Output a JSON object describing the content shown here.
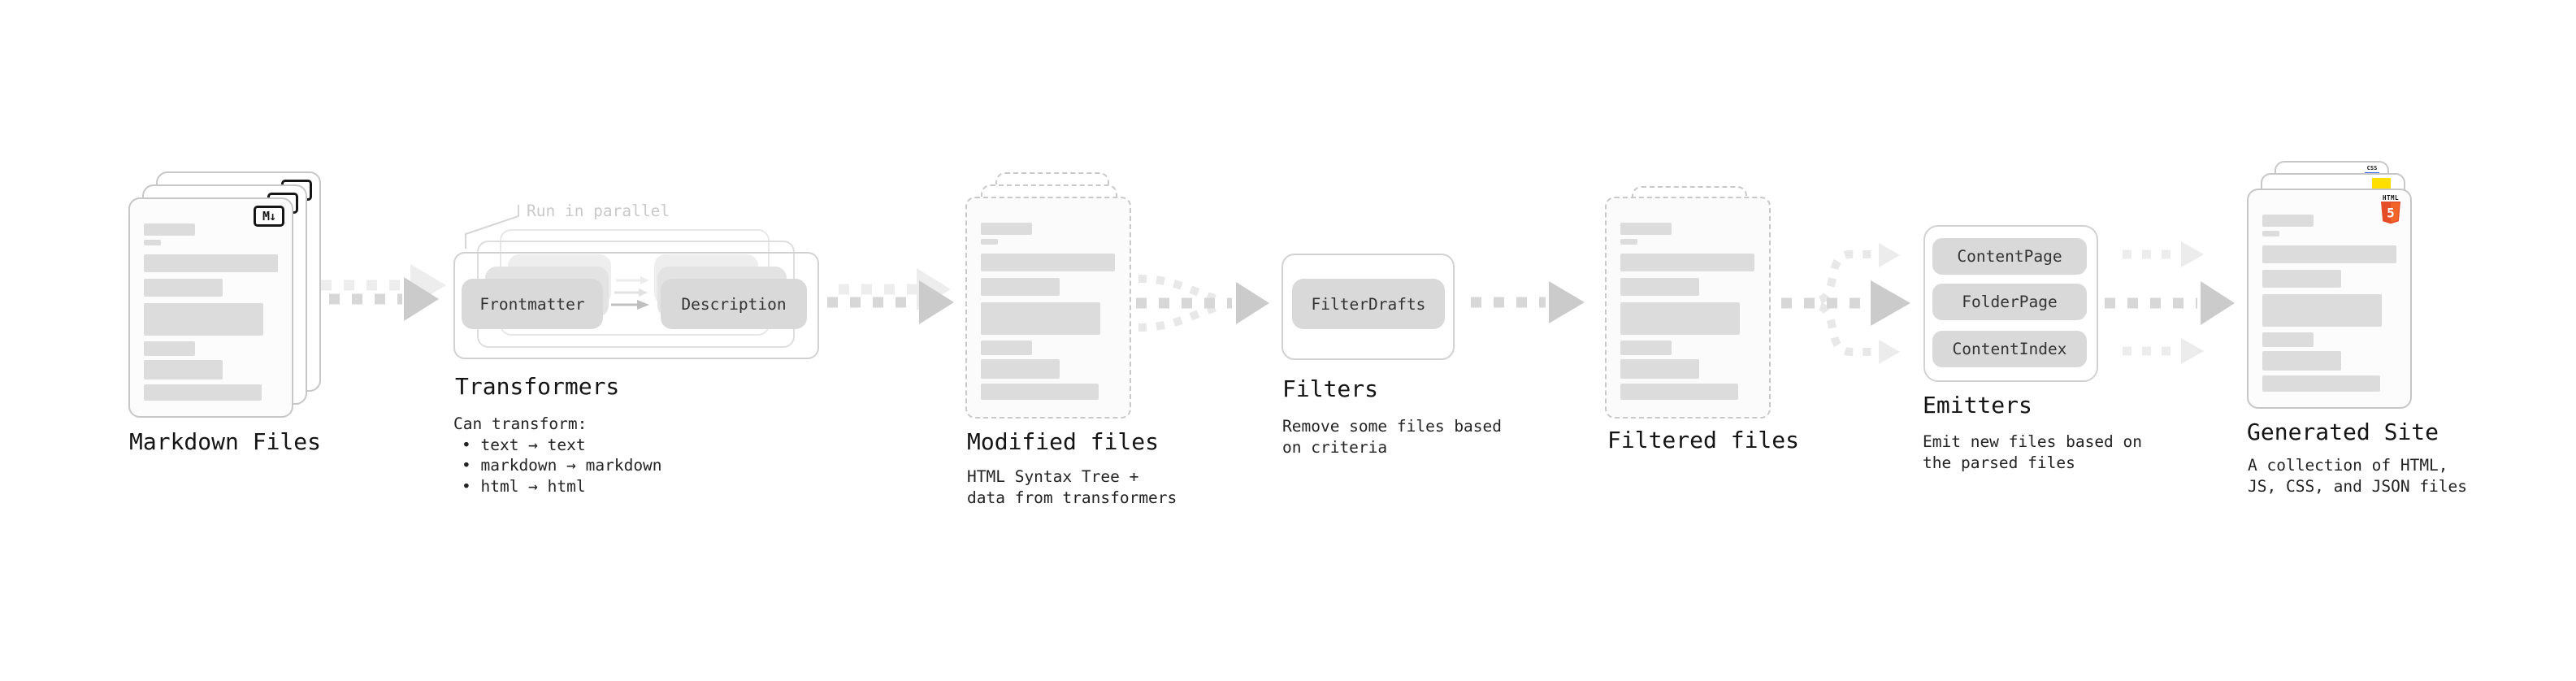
{
  "diagram": {
    "background": "#ffffff",
    "stages": {
      "markdown_files": {
        "title": "Markdown Files",
        "badge": "M↓"
      },
      "transformers": {
        "title": "Transformers",
        "annotation": "Run in parallel",
        "input_pill": "Frontmatter",
        "output_pill": "Description",
        "caption_heading": "Can transform:",
        "bullets": [
          "• text → text",
          "• markdown → markdown",
          "• html → html"
        ]
      },
      "modified_files": {
        "title": "Modified files",
        "caption": [
          "HTML Syntax Tree +",
          "data from transformers"
        ]
      },
      "filters": {
        "title": "Filters",
        "pill": "FilterDrafts",
        "caption": [
          "Remove some files based",
          "on criteria"
        ]
      },
      "filtered_files": {
        "title": "Filtered files"
      },
      "emitters": {
        "title": "Emitters",
        "pills": [
          "ContentPage",
          "FolderPage",
          "ContentIndex"
        ],
        "caption": [
          "Emit new files based on",
          "the parsed files"
        ]
      },
      "generated_site": {
        "title": "Generated Site",
        "caption": [
          "A collection of HTML,",
          "JS, CSS, and JSON files"
        ],
        "html5_label": "HTML",
        "html5_number": "5",
        "css_label": "CSS"
      }
    },
    "colors": {
      "html5_orange": "#E44D26",
      "html5_orange_light": "#F16529",
      "js_yellow": "#FFDF00",
      "css_blue": "#2E63E4",
      "pill_gray": "#D9D9D9",
      "skeleton_gray": "#DCDCDC",
      "arrow_gray": "#CBCBCB",
      "annotation_gray": "#C9C9C9"
    }
  }
}
